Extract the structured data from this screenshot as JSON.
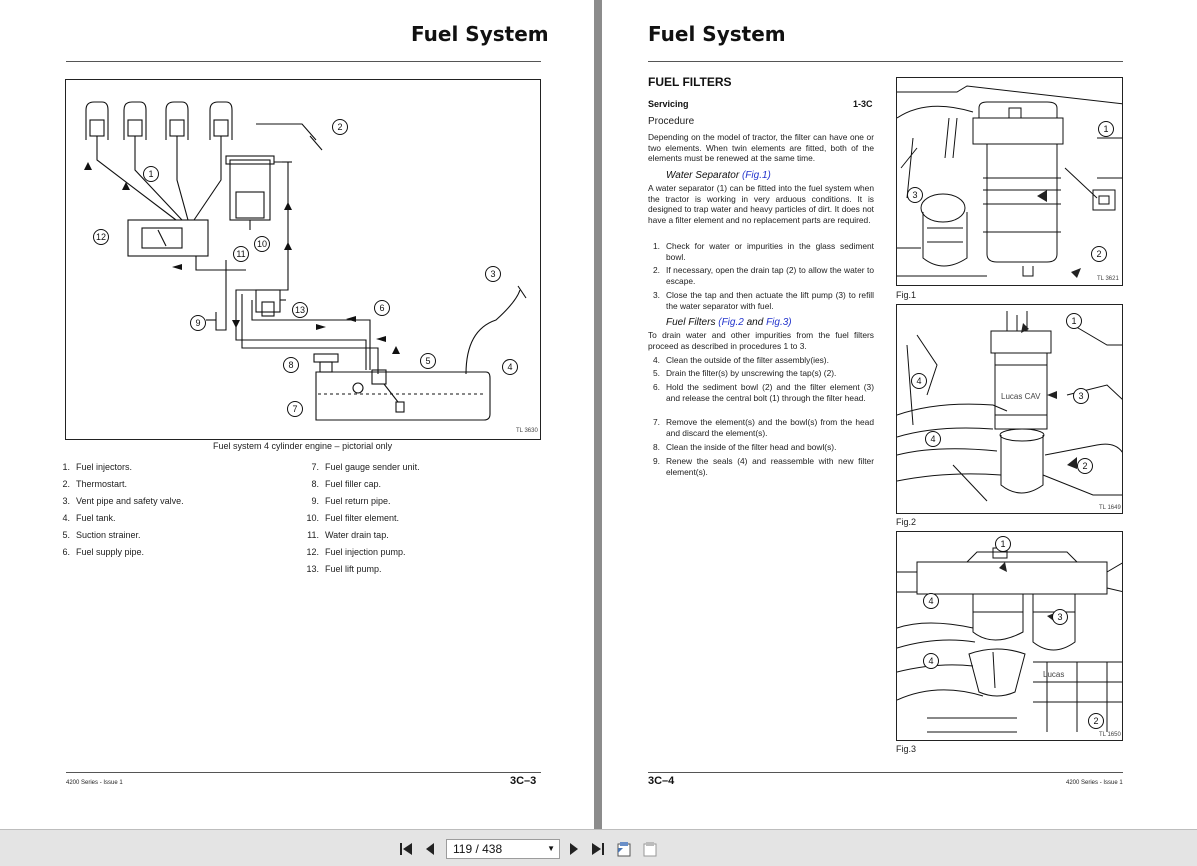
{
  "left_page": {
    "title": "Fuel System",
    "figure_caption": "Fuel system 4 cylinder engine – pictorial only",
    "figure_tag": "TL 3630",
    "legend": [
      {
        "num": "1.",
        "text": "Fuel injectors."
      },
      {
        "num": "2.",
        "text": "Thermostart."
      },
      {
        "num": "3.",
        "text": "Vent pipe and safety valve."
      },
      {
        "num": "4.",
        "text": "Fuel tank."
      },
      {
        "num": "5.",
        "text": "Suction strainer."
      },
      {
        "num": "6.",
        "text": "Fuel supply pipe."
      },
      {
        "num": "7.",
        "text": "Fuel gauge sender unit."
      },
      {
        "num": "8.",
        "text": "Fuel filler cap."
      },
      {
        "num": "9.",
        "text": "Fuel return pipe."
      },
      {
        "num": "10.",
        "text": "Fuel filter element."
      },
      {
        "num": "11.",
        "text": "Water drain tap."
      },
      {
        "num": "12.",
        "text": "Fuel injection pump."
      },
      {
        "num": "13.",
        "text": "Fuel lift pump."
      }
    ],
    "callouts": [
      "1",
      "2",
      "3",
      "4",
      "5",
      "6",
      "7",
      "8",
      "9",
      "10",
      "11",
      "12",
      "13"
    ],
    "footer_series": "4200 Series - Issue 1",
    "page_number": "3C–3"
  },
  "right_page": {
    "title": "Fuel System",
    "section": "FUEL FILTERS",
    "servicing": "Servicing",
    "servicing_ref": "1-3C",
    "procedure": "Procedure",
    "intro": "Depending on the model of tractor, the filter can have one or two elements. When twin elements are fitted, both of the elements must be renewed at the same time.",
    "water_sep_heading": "Water Separator",
    "water_sep_ref": "(Fig.1)",
    "water_sep_text": "A water separator (1) can be fitted into the fuel system when the tractor is working in very arduous conditions. It is designed to trap water and heavy particles of dirt. It does not have a filter element and no replacement parts are required.",
    "steps_a": [
      {
        "num": "1.",
        "text": "Check for water or impurities in the glass sediment bowl."
      },
      {
        "num": "2.",
        "text": "If necessary, open the drain tap (2) to allow the water to escape."
      },
      {
        "num": "3.",
        "text": "Close the tap and then actuate the lift pump (3) to refill the water separator with fuel."
      }
    ],
    "filters_heading": "Fuel Filters",
    "filters_ref_open": "(",
    "filters_ref_1": "Fig.2",
    "filters_ref_and": " and ",
    "filters_ref_2": "Fig.3",
    "filters_ref_close": ")",
    "filters_text": "To drain water and other impurities from the fuel filters proceed as described in procedures 1 to 3.",
    "steps_b": [
      {
        "num": "4.",
        "text": "Clean the outside of the filter assembly(ies)."
      },
      {
        "num": "5.",
        "text": "Drain the filter(s) by unscrewing the tap(s) (2)."
      },
      {
        "num": "6.",
        "text": "Hold the sediment bowl (2) and the filter element (3) and release the central bolt (1) through the filter head."
      },
      {
        "num": "7.",
        "text": "Remove the element(s) and the bowl(s) from the head and discard the element(s)."
      },
      {
        "num": "8.",
        "text": "Clean the inside of the filter head and bowl(s)."
      },
      {
        "num": "9.",
        "text": "Renew the seals (4) and reassemble with new filter element(s)."
      }
    ],
    "fig1_label": "Fig.1",
    "fig1_tag": "TL 3621",
    "fig2_label": "Fig.2",
    "fig2_tag": "TL 1649",
    "fig2_stamp": "Lucas CAV",
    "fig3_label": "Fig.3",
    "fig3_tag": "TL 1650",
    "fig3_stamp": "Lucas",
    "fig1_callouts": [
      "1",
      "2",
      "3"
    ],
    "fig2_callouts": [
      "1",
      "2",
      "3",
      "4",
      "4"
    ],
    "fig3_callouts": [
      "1",
      "2",
      "3",
      "4",
      "4"
    ],
    "page_number": "3C–4",
    "footer_series": "4200 Series - Issue 1"
  },
  "toolbar": {
    "page_indicator": "119 / 438",
    "icons": [
      "first-page-icon",
      "previous-page-icon",
      "next-page-icon",
      "last-page-icon",
      "fit-page-icon",
      "fit-width-icon"
    ]
  }
}
